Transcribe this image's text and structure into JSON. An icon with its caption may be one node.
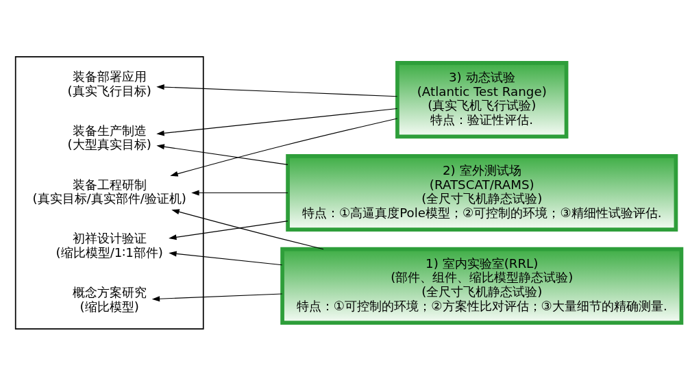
{
  "diagram": {
    "nodes": [
      {
        "text": [],
        "shape": "box"
      },
      {
        "text": [
          "装备部署应用",
          "(真实飞行目标)"
        ],
        "in": 0
      },
      {
        "text": [
          "装备生产制造",
          "(大型真实目标)"
        ],
        "in": 0
      },
      {
        "text": [
          "装备工程研制",
          "(真实目标/真实部件/验证机)"
        ],
        "in": 0
      },
      {
        "text": [
          "初祥设计验证",
          "(缩比模型/1∶1部件)"
        ],
        "in": 0
      },
      {
        "text": [
          "概念方案研究",
          "(缩比模型)"
        ],
        "in": 0
      },
      {
        "text": [
          "3) 动态试验",
          "(Atlantic Test Range)",
          "(真实飞机飞行试验)",
          "特点：验证性评估."
        ]
      },
      {
        "text": [
          "2) 室外测试场",
          "(RATSCAT/RAMS)",
          "(全尺寸飞机静态试验)",
          "特点：①高逼真度Pole模型；②可控制的环境；③精细性试验评估."
        ]
      },
      {
        "text": [
          "1) 室内实验室(RRL)",
          "(部件、组件、缩比模型静态试验)",
          "(全尺寸飞机静态试验)",
          "特点：①可控制的环境；②方案性比对评估；③大量细节的精确测量."
        ]
      }
    ],
    "edges": [
      {
        "from": 6,
        "to": 1,
        "arrow": "to"
      },
      {
        "from": 6,
        "to": 2,
        "arrow": "to"
      },
      {
        "from": 6,
        "to": 3,
        "arrow": "to"
      },
      {
        "from": 7,
        "to": 2,
        "arrow": "to"
      },
      {
        "from": 7,
        "to": 3,
        "arrow": "to"
      },
      {
        "from": 7,
        "to": 4,
        "arrow": "to"
      },
      {
        "from": 8,
        "to": 5,
        "arrow": "to"
      },
      {
        "from": 8,
        "to": 4,
        "arrow": "to"
      },
      {
        "from": 8,
        "to": 3,
        "arrow": "to"
      }
    ]
  }
}
